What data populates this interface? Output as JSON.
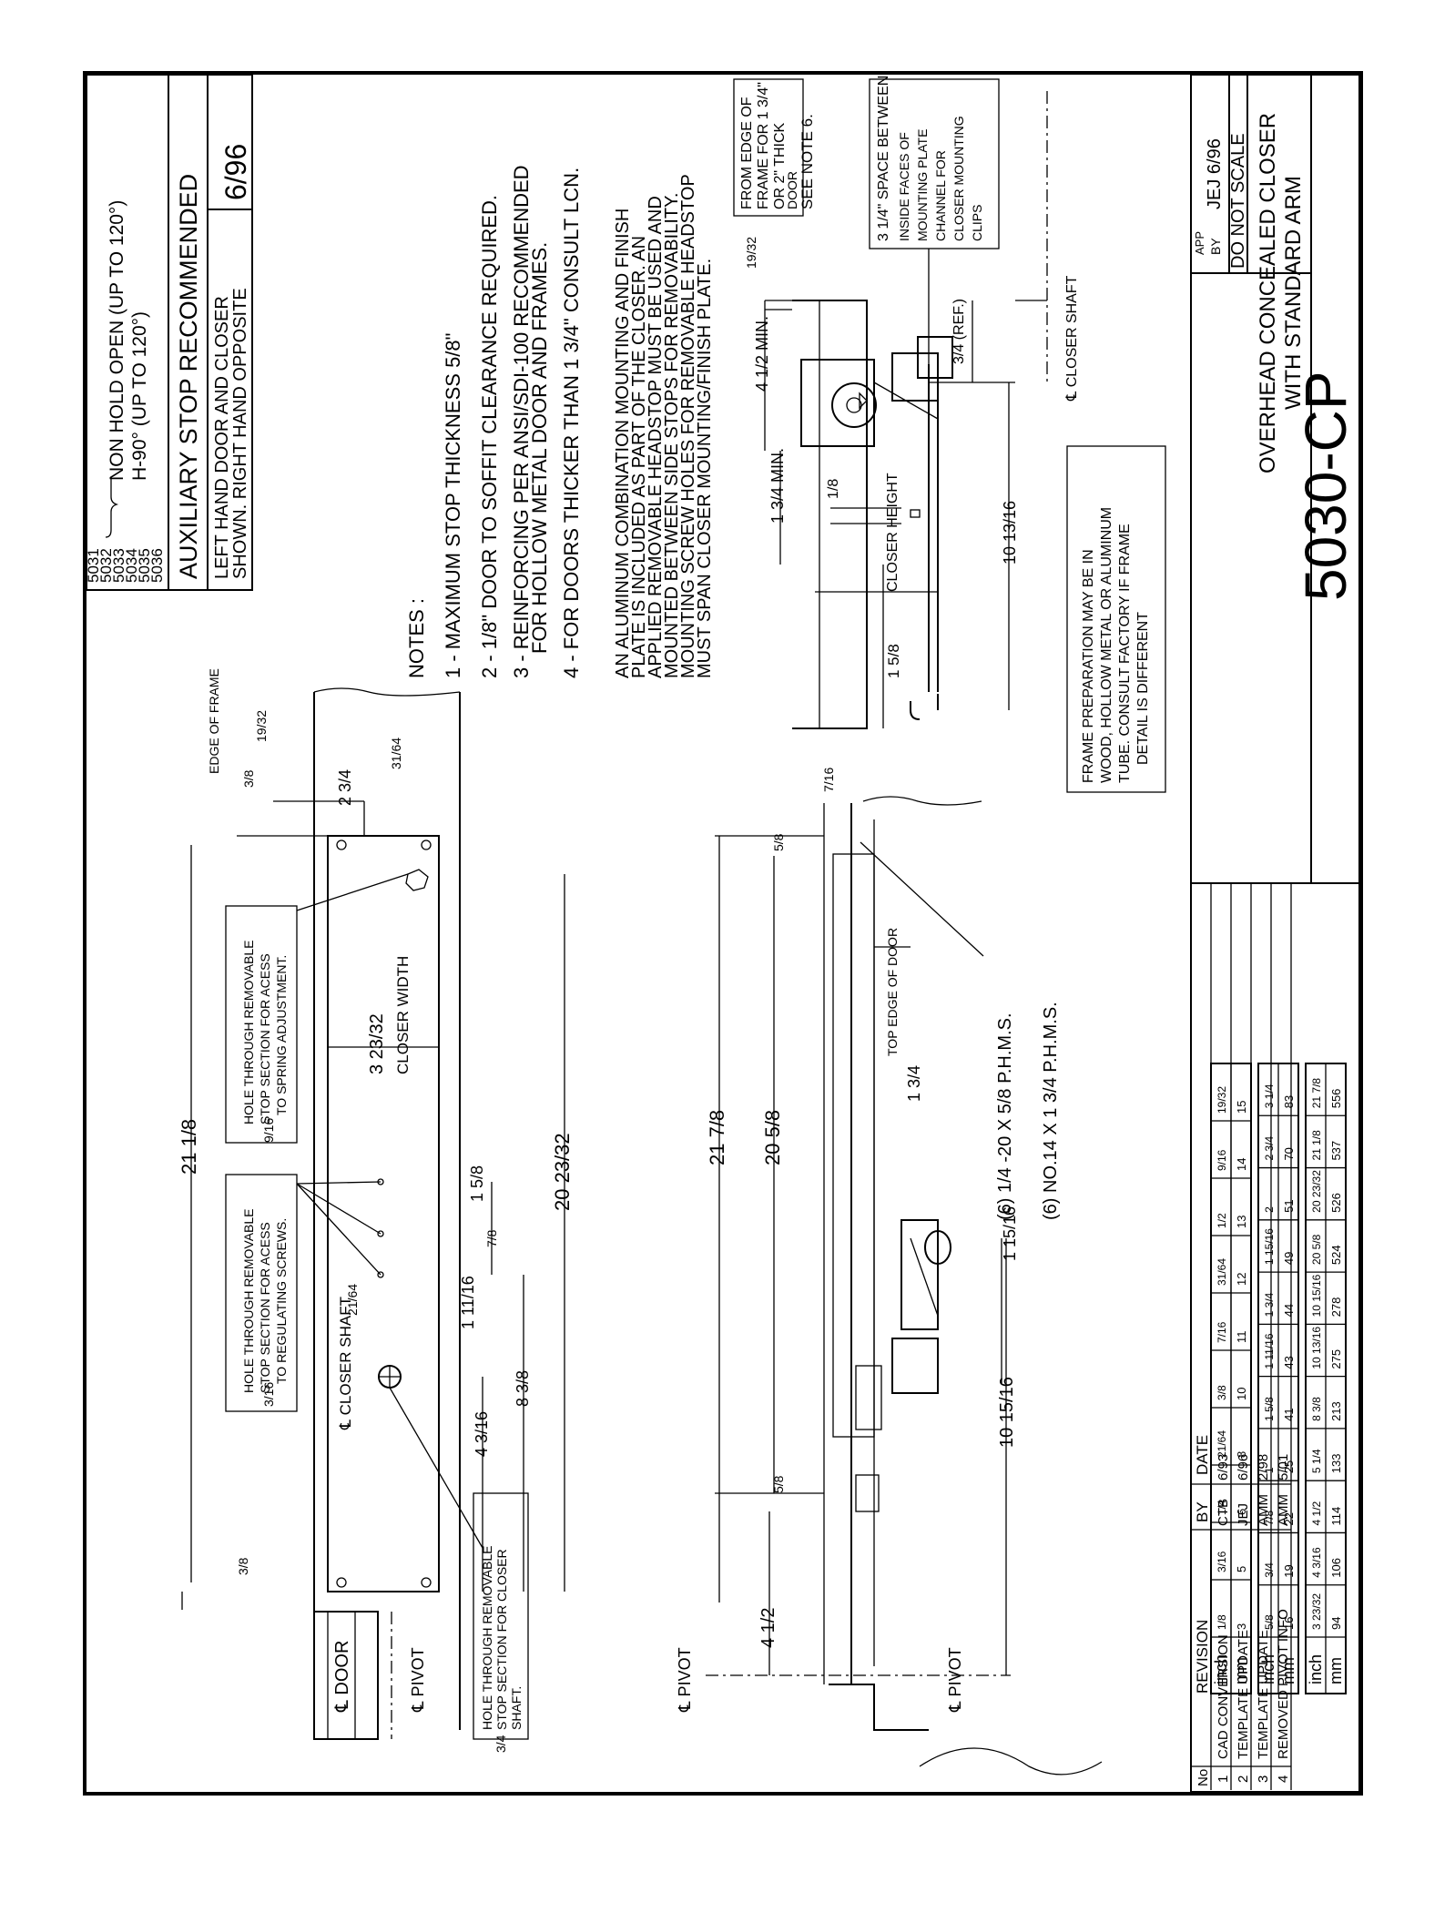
{
  "header": {
    "models_line1": "5031",
    "models_line2": "5032",
    "models_line3": "5033",
    "models_line4": "5034",
    "models_line5": "5035",
    "models_line6": "5036",
    "option_non_hold": "NON HOLD OPEN (UP TO 120°)",
    "option_h90": "H-90° (UP TO 120°)",
    "aux_stop": "AUXILIARY STOP RECOMMENDED",
    "hand_line1": "LEFT HAND DOOR AND CLOSER",
    "hand_line2": "SHOWN. RIGHT HAND OPPOSITE",
    "date_box": "6/96"
  },
  "notes": {
    "heading": "NOTES :",
    "n1": "1 - MAXIMUM STOP THICKNESS 5/8\"",
    "n2": "2 - 1/8\" DOOR TO SOFFIT CLEARANCE REQUIRED.",
    "n3a": "3 - REINFORCING PER ANSI/SDI-100 RECOMMENDED",
    "n3b": "FOR HOLLOW METAL DOOR AND FRAMES.",
    "n4": "4 - FOR DOORS THICKER THAN 1 3/4\" CONSULT LCN.",
    "p1": "AN ALUMINUM COMBINATION MOUNTING AND FINISH",
    "p2": "PLATE IS INCLUDED AS PART OF THE CLOSER. AN",
    "p3": "APPLIED REMOVABLE HEADSTOP MUST BE USED AND",
    "p4": "MOUNTED BETWEEN SIDE STOPS FOR REMOVABILITY.",
    "p5": "MOUNTING SCREW HOLES FOR REMOVABLE HEADSTOP",
    "p6": "MUST SPAN CLOSER MOUNTING/FINISH PLATE."
  },
  "section_view": {
    "edge_note_1": "FROM EDGE OF",
    "edge_note_2": "FRAME FOR 1 3/4\"",
    "edge_note_3": "OR 2\" THICK",
    "edge_note_4": "DOOR",
    "edge_note_5": "SEE NOTE 6.",
    "space_note_1": "3 1/4\" SPACE BETWEEN",
    "space_note_2": "INSIDE FACES OF",
    "space_note_3": "MOUNTING PLATE",
    "space_note_4": "CHANNEL FOR",
    "space_note_5": "CLOSER MOUNTING",
    "space_note_6": "CLIPS",
    "dim_19_32": "19/32",
    "dim_4_half_min": "4 1/2 MIN.",
    "dim_1_3_4_min": "1 3/4 MIN.",
    "dim_1_8": "1/8",
    "dim_3_4_ref": "3/4 (REF.)",
    "closer_shaft": "℄ CLOSER SHAFT",
    "closer_height": "CLOSER HEIGHT",
    "dim_1_5_8": "1 5/8",
    "dim_10_13_16": "10 13/16",
    "frame_prep_1": "FRAME PREPARATION MAY BE IN",
    "frame_prep_2": "WOOD, HOLLOW METAL OR ALUMINUM",
    "frame_prep_3": "TUBE. CONSULT FACTORY IF FRAME",
    "frame_prep_4": "DETAIL IS DIFFERENT"
  },
  "frame_view": {
    "edge_of_frame": "EDGE OF FRAME",
    "dim_3_8": "3/8",
    "dim_19_32": "19/32",
    "dim_31_64": "31/64",
    "dim_2_3_4": "2 3/4",
    "dim_21_1_8": "21 1/8",
    "dim_20_23_32": "20 23/32",
    "dim_3_23_32": "3 23/32",
    "closer_width": "CLOSER WIDTH",
    "hole_spring_1": "HOLE THROUGH REMOVABLE",
    "hole_spring_2": "STOP SECTION FOR ACESS",
    "hole_spring_3": "TO SPRING ADJUSTMENT.",
    "hole_spring_size": "9/16",
    "hole_reg_1": "HOLE THROUGH REMOVABLE",
    "hole_reg_2": "STOP SECTION FOR ACESS",
    "hole_reg_3": "TO REGULATING SCREWS.",
    "hole_reg_size": "3/16",
    "closer_shaft": "℄ CLOSER SHAFT",
    "dim_21_64": "21/64",
    "dim_1_11_16": "1 11/16",
    "dim_7_8": "7/8",
    "dim_1_5_8": "1 5/8",
    "dim_4_3_16": "4 3/16",
    "dim_8_3_8": "8 3/8",
    "door": "℄ DOOR",
    "pivot": "℄ PIVOT",
    "dim_3_8b": "3/8",
    "hole_shaft_1": "HOLE THROUGH REMOVABLE",
    "hole_shaft_2": "STOP SECTION FOR CLOSER",
    "hole_shaft_3": "SHAFT.",
    "hole_shaft_size": "3/4"
  },
  "elevation_view": {
    "dim_7_16": "7/16",
    "dim_5_8_top": "5/8",
    "dim_5_8_bot": "5/8",
    "dim_21_7_8": "21 7/8",
    "dim_20_5_8": "20 5/8",
    "top_edge": "TOP EDGE OF DOOR",
    "screw1": "(6) 1/4 -20 X 5/8 P.H.M.S.",
    "screw2": "(6) NO.14 X 1 3/4 P.H.M.S.",
    "dim_1_3_4": "1 3/4",
    "dim_1_15_16": "1 15/16",
    "dim_10_15_16": "10 15/16",
    "dim_4_half": "4 1/2",
    "pivot_top": "℄ PIVOT",
    "pivot_bot": "℄ PIVOT"
  },
  "conversion_table": {
    "rows": [
      {
        "label1": "inch",
        "label2": "mm",
        "inch": [
          "1/8",
          "3/16",
          "1/4",
          "21/64",
          "3/8",
          "7/16",
          "31/64",
          "1/2",
          "9/16",
          "19/32"
        ],
        "mm": [
          "3",
          "5",
          "6",
          "8",
          "10",
          "11",
          "12",
          "13",
          "14",
          "15"
        ]
      },
      {
        "label1": "inch",
        "label2": "mm",
        "inch": [
          "5/8",
          "3/4",
          "7/8",
          "1",
          "1 5/8",
          "1 11/16",
          "1 3/4",
          "1 15/16",
          "2",
          "2 3/4",
          "3 1/4"
        ],
        "mm": [
          "16",
          "19",
          "22",
          "25",
          "41",
          "43",
          "44",
          "49",
          "51",
          "70",
          "83"
        ]
      },
      {
        "label1": "inch",
        "label2": "mm",
        "inch": [
          "3 23/32",
          "4 3/16",
          "4 1/2",
          "5 1/4",
          "8 3/8",
          "10 13/16",
          "10 15/16",
          "20 5/8",
          "20 23/32",
          "21 1/8",
          "21 7/8"
        ],
        "mm": [
          "94",
          "106",
          "114",
          "133",
          "213",
          "275",
          "278",
          "524",
          "526",
          "537",
          "556"
        ]
      }
    ]
  },
  "title_block": {
    "app_label": "APP",
    "by_label": "BY",
    "app_by": "JEJ 6/96",
    "do_not_scale": "DO NOT SCALE",
    "title1": "OVERHEAD CONCEALED CLOSER",
    "title2": "WITH STANDARD ARM",
    "drawing_no": "5030-CP",
    "rev_headers": [
      "No",
      "REVISION",
      "BY",
      "DATE"
    ],
    "revisions": [
      {
        "no": "1",
        "desc": "CAD CONVERSION",
        "by": "CTB",
        "date": "6/93"
      },
      {
        "no": "2",
        "desc": "TEMPLATE UPDATE",
        "by": "JEJ",
        "date": "6/96"
      },
      {
        "no": "3",
        "desc": "TEMPLATE UPDATE",
        "by": "AMM",
        "date": "2/98"
      },
      {
        "no": "4",
        "desc": "REMOVED PIVOT INFO",
        "by": "AMM",
        "date": "5/01"
      }
    ]
  }
}
